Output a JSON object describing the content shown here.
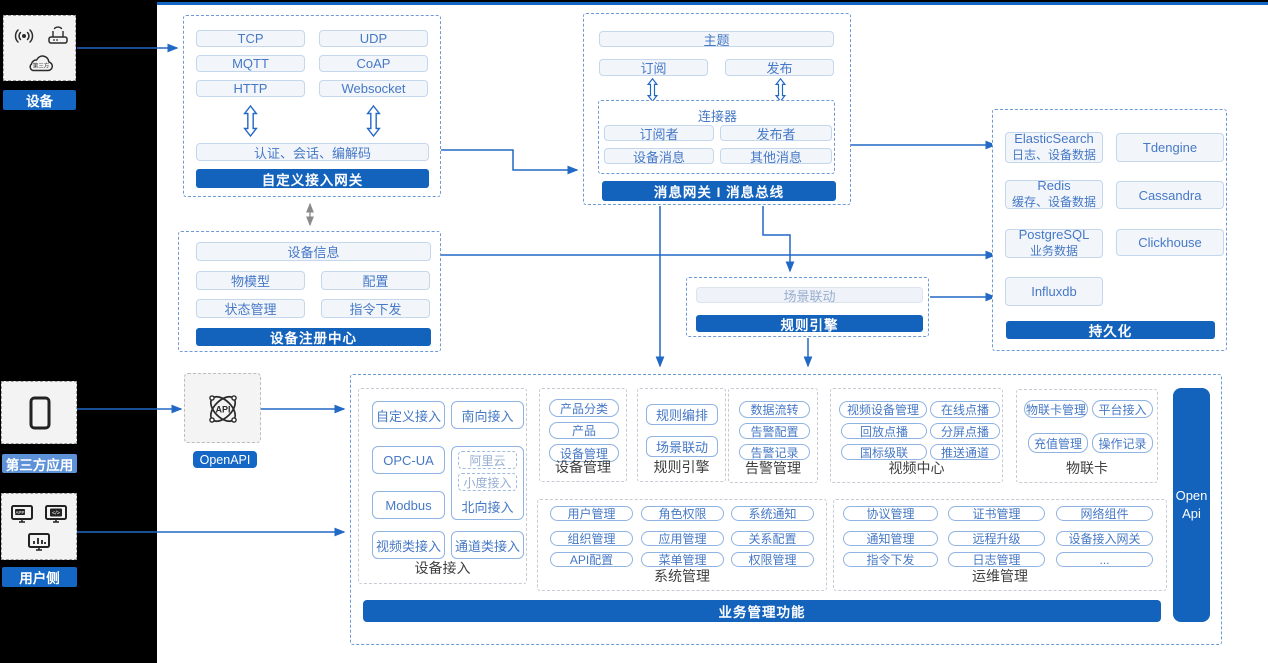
{
  "colors": {
    "accent_bar": "#1362BC",
    "top_border": "#1467C5",
    "connector_line": "#2268C5",
    "pill_text": "#4678C6",
    "third_party_label_bg": "#5E92D8"
  },
  "left_rail": {
    "device": {
      "label": "设备",
      "icons": [
        "broadcast-icon",
        "router-icon",
        "third-party-cloud-icon"
      ],
      "cloud_text": "第三方"
    },
    "third_party": {
      "label": "第三方应用",
      "icons": [
        "phone-icon"
      ]
    },
    "user_side": {
      "label": "用户侧",
      "icons": [
        "app-monitor-icon",
        "code-monitor-icon",
        "chart-monitor-icon"
      ],
      "app_text": "APP",
      "code_text": "</>"
    }
  },
  "openapi": {
    "label": "OpenAPI",
    "icon": "api-atom-icon",
    "icon_text": "API"
  },
  "custom_gateway": {
    "protocols": [
      "TCP",
      "UDP",
      "MQTT",
      "CoAP",
      "HTTP",
      "Websocket"
    ],
    "session": "认证、会话、编解码",
    "title": "自定义接入网关"
  },
  "registry": {
    "device_info": "设备信息",
    "items": [
      "物模型",
      "配置",
      "状态管理",
      "指令下发"
    ],
    "title": "设备注册中心"
  },
  "message_bus": {
    "topic": "主题",
    "subscribe": "订阅",
    "publish": "发布",
    "connector": {
      "title": "连接器",
      "items": [
        "订阅者",
        "发布者",
        "设备消息",
        "其他消息"
      ]
    },
    "title": "消息网关 I 消息总线"
  },
  "rule_engine": {
    "item": "场景联动",
    "title": "规则引擎"
  },
  "persistence": {
    "title": "持久化",
    "stores": [
      {
        "name": "ElasticSearch",
        "sub": "日志、设备数据"
      },
      {
        "name": "Tdengine"
      },
      {
        "name": "Redis",
        "sub": "缓存、设备数据"
      },
      {
        "name": "Cassandra"
      },
      {
        "name": "PostgreSQL",
        "sub": "业务数据"
      },
      {
        "name": "Clickhouse"
      },
      {
        "name": "Influxdb"
      }
    ]
  },
  "business": {
    "title": "业务管理功能",
    "open_api_line1": "Open",
    "open_api_line2": "Api",
    "sections": {
      "device_access": {
        "label": "设备接入",
        "items": [
          "自定义接入",
          "南向接入",
          "OPC-UA",
          "Modbus",
          "视频类接入",
          "通道类接入"
        ],
        "north_group": {
          "items": [
            "阿里云",
            "小度接入"
          ],
          "label": "北向接入"
        }
      },
      "device_mgmt": {
        "label": "设备管理",
        "items": [
          "产品分类",
          "产品",
          "设备管理"
        ]
      },
      "rule_engine": {
        "label": "规则引擎",
        "items": [
          "规则编排",
          "场景联动"
        ]
      },
      "alarm": {
        "label": "告警管理",
        "items": [
          "数据流转",
          "告警配置",
          "告警记录"
        ]
      },
      "video": {
        "label": "视频中心",
        "items": [
          "视频设备管理",
          "在线点播",
          "回放点播",
          "分屏点播",
          "国标级联",
          "推送通道"
        ]
      },
      "iot_card": {
        "label": "物联卡",
        "items": [
          "物联卡管理",
          "平台接入",
          "充值管理",
          "操作记录"
        ]
      },
      "system": {
        "label": "系统管理",
        "items": [
          "用户管理",
          "角色权限",
          "系统通知",
          "组织管理",
          "应用管理",
          "关系配置",
          "API配置",
          "菜单管理",
          "权限管理"
        ]
      },
      "ops": {
        "label": "运维管理",
        "items": [
          "协议管理",
          "证书管理",
          "网络组件",
          "通知管理",
          "远程升级",
          "设备接入网关",
          "指令下发",
          "日志管理",
          "..."
        ]
      }
    }
  }
}
